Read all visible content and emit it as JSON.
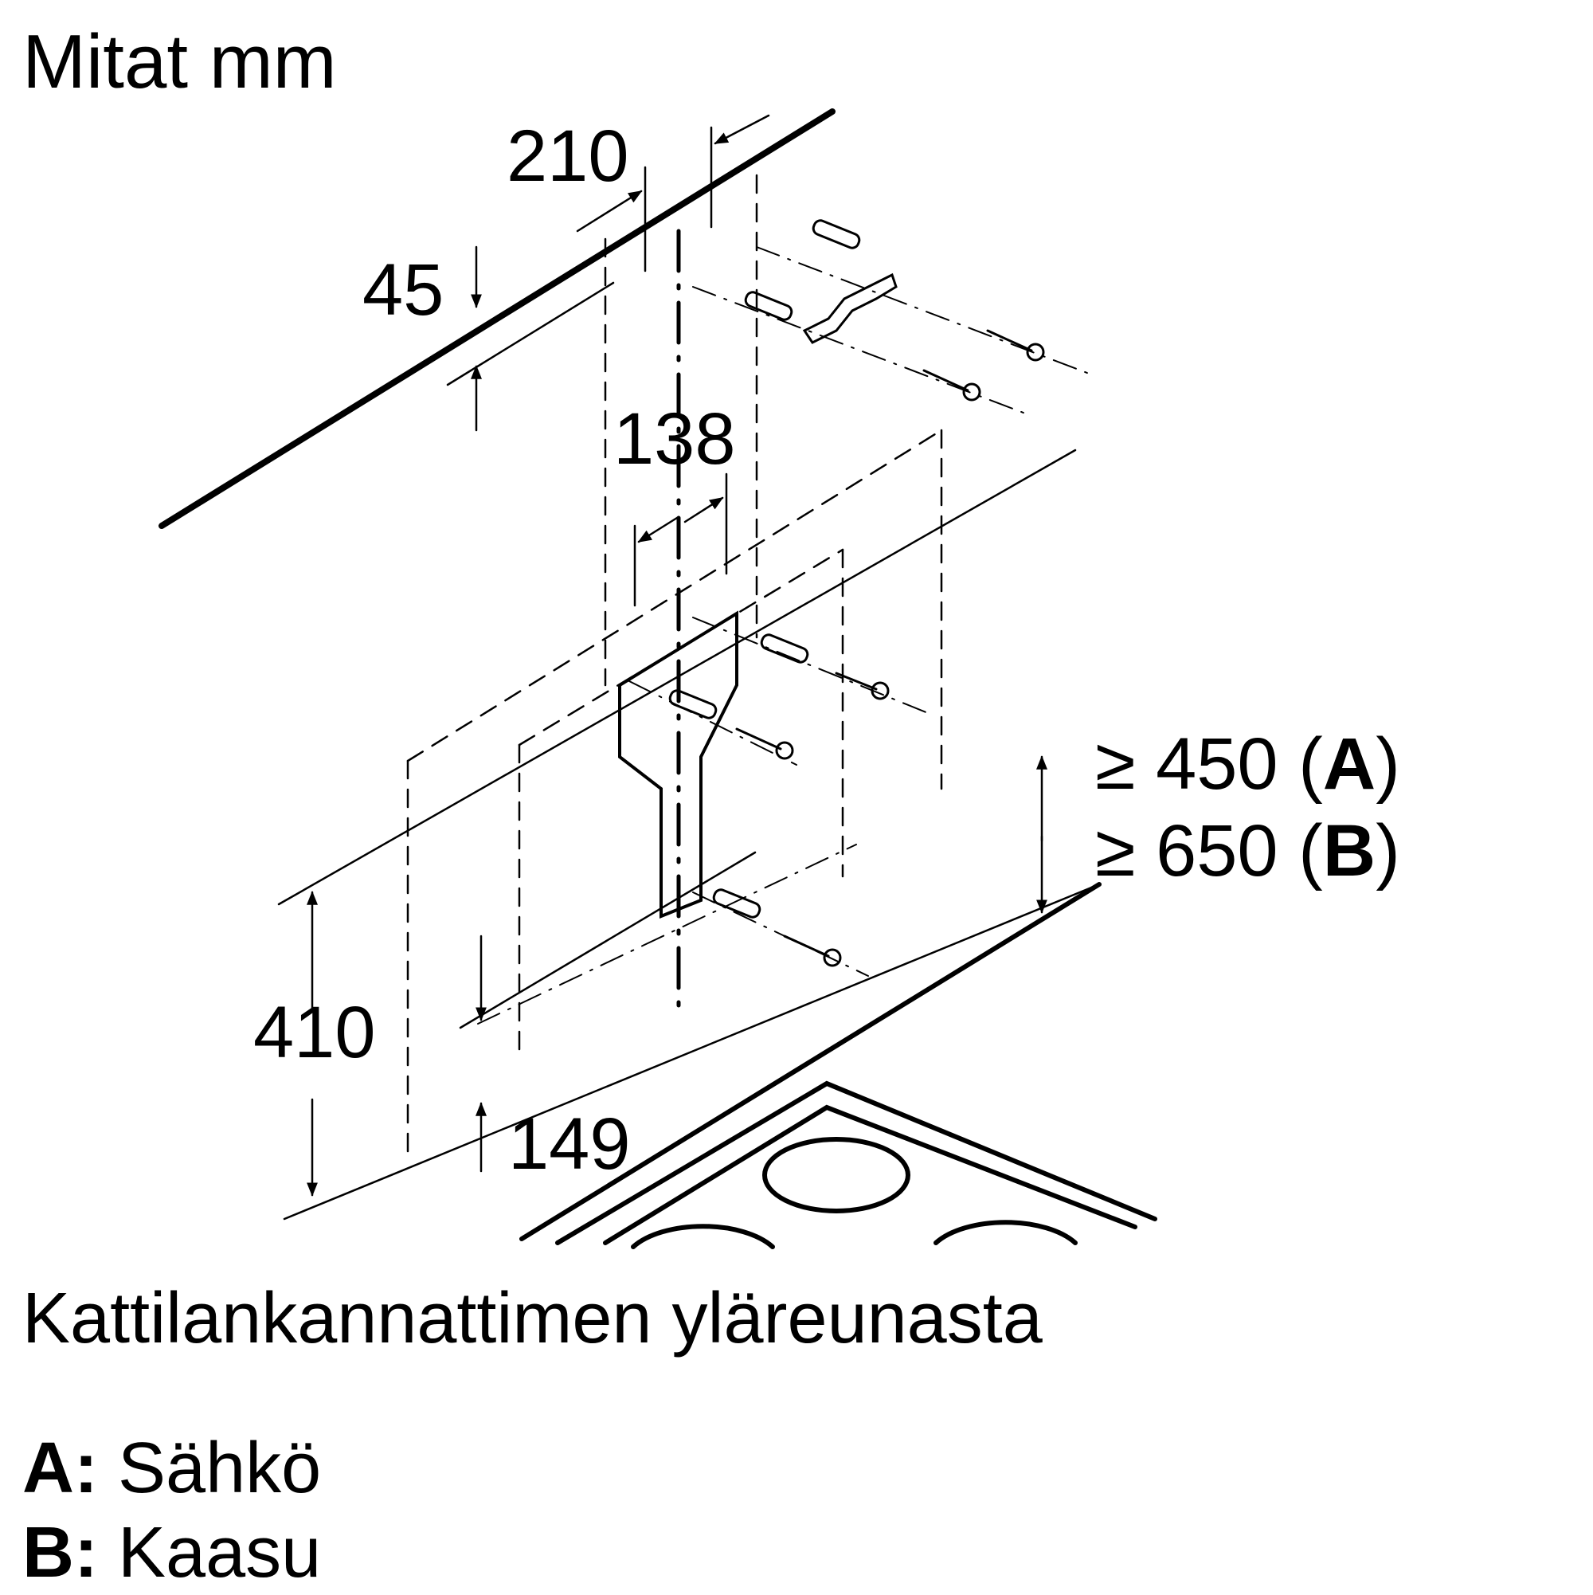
{
  "title": "Mitat mm",
  "dimensions": {
    "top_offset": "210",
    "ceiling_gap": "45",
    "bracket_width": "138",
    "bracket_height": "410",
    "lower_offset": "149"
  },
  "requirements": [
    {
      "symbol": "≥",
      "value": "450",
      "key": "A"
    },
    {
      "symbol": "≥",
      "value": "650",
      "key": "B"
    }
  ],
  "caption": "Kattilankannattimen yläreunasta",
  "legend": [
    {
      "key": "A:",
      "label": "Sähkö"
    },
    {
      "key": "B:",
      "label": "Kaasu"
    }
  ],
  "colors": {
    "line": "#000000",
    "background": "#ffffff"
  }
}
